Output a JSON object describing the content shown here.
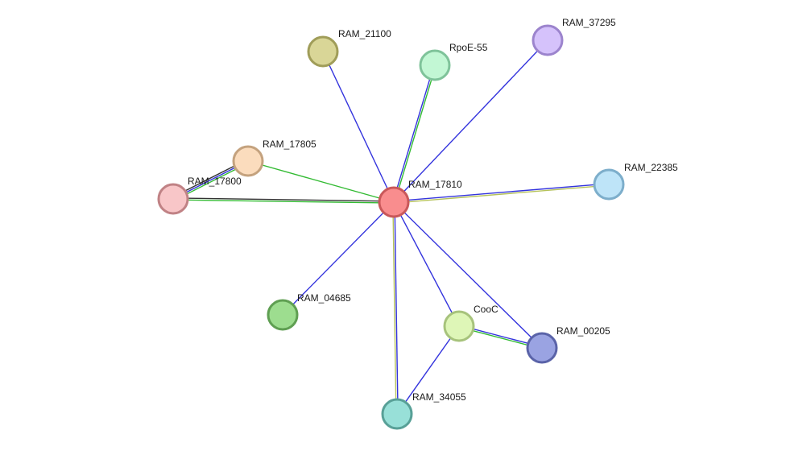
{
  "nodes": [
    {
      "id": "RAM_17810",
      "label": "RAM_17810",
      "fill": "#f98d8e",
      "stroke": "#c9585a"
    },
    {
      "id": "RAM_21100",
      "label": "RAM_21100",
      "fill": "#d9d697",
      "stroke": "#a09d59"
    },
    {
      "id": "RpoE-55",
      "label": "RpoE-55",
      "fill": "#c2f7d4",
      "stroke": "#7fc39a"
    },
    {
      "id": "RAM_37295",
      "label": "RAM_37295",
      "fill": "#d5c2fb",
      "stroke": "#9c84cd"
    },
    {
      "id": "RAM_17805",
      "label": "RAM_17805",
      "fill": "#fbdcbd",
      "stroke": "#c4a27e"
    },
    {
      "id": "RAM_17800",
      "label": "RAM_17800",
      "fill": "#f8c6c8",
      "stroke": "#c08285"
    },
    {
      "id": "RAM_22385",
      "label": "RAM_22385",
      "fill": "#bee4f8",
      "stroke": "#7daecb"
    },
    {
      "id": "RAM_04685",
      "label": "RAM_04685",
      "fill": "#9ddd8f",
      "stroke": "#5f9f52"
    },
    {
      "id": "CooC",
      "label": "CooC",
      "fill": "#def6b7",
      "stroke": "#a7c37c"
    },
    {
      "id": "RAM_00205",
      "label": "RAM_00205",
      "fill": "#9aa3e2",
      "stroke": "#5a63a8"
    },
    {
      "id": "RAM_34055",
      "label": "RAM_34055",
      "fill": "#98e0d8",
      "stroke": "#58a097"
    }
  ],
  "edges": [
    {
      "source": "RAM_17810",
      "target": "RAM_21100",
      "colors": [
        "#3333dd"
      ]
    },
    {
      "source": "RAM_17810",
      "target": "RpoE-55",
      "colors": [
        "#3333dd",
        "#33bb33"
      ]
    },
    {
      "source": "RAM_17810",
      "target": "RAM_37295",
      "colors": [
        "#3333dd"
      ]
    },
    {
      "source": "RAM_17810",
      "target": "RAM_17805",
      "colors": [
        "#33bb33"
      ]
    },
    {
      "source": "RAM_17810",
      "target": "RAM_17800",
      "colors": [
        "#33bb33",
        "#333333"
      ]
    },
    {
      "source": "RAM_17805",
      "target": "RAM_17800",
      "colors": [
        "#33bb33",
        "#3333dd",
        "#333333"
      ]
    },
    {
      "source": "RAM_17810",
      "target": "RAM_22385",
      "colors": [
        "#3333dd",
        "#b5c25a"
      ]
    },
    {
      "source": "RAM_17810",
      "target": "RAM_04685",
      "colors": [
        "#3333dd"
      ]
    },
    {
      "source": "RAM_17810",
      "target": "CooC",
      "colors": [
        "#3333dd"
      ]
    },
    {
      "source": "RAM_17810",
      "target": "RAM_00205",
      "colors": [
        "#3333dd"
      ]
    },
    {
      "source": "RAM_17810",
      "target": "RAM_34055",
      "colors": [
        "#3333dd",
        "#b5c25a"
      ]
    },
    {
      "source": "CooC",
      "target": "RAM_00205",
      "colors": [
        "#3333dd",
        "#33bb33"
      ]
    },
    {
      "source": "CooC",
      "target": "RAM_34055",
      "colors": [
        "#3333dd"
      ]
    }
  ]
}
